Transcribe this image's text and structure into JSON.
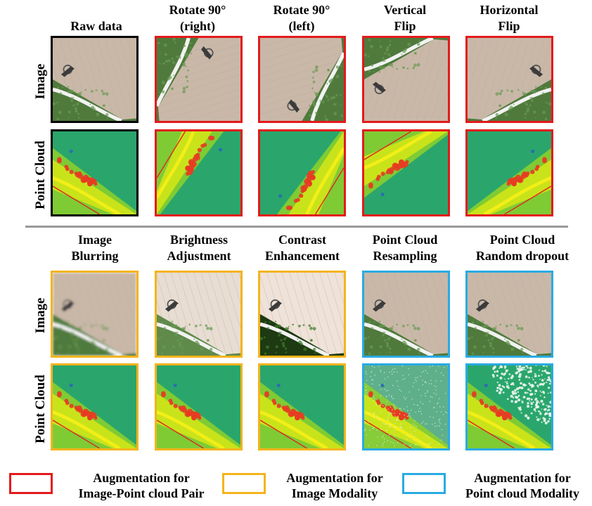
{
  "colors": {
    "pair": "#e31a1c",
    "image": "#f4b41c",
    "pointcloud": "#29abe2",
    "raw": "#000000",
    "divider": "#9a9a9a"
  },
  "row_labels": {
    "image": "Image",
    "point_cloud": "Point Cloud"
  },
  "top_columns": [
    {
      "title": "Raw data",
      "frame": "raw",
      "view": "orig"
    },
    {
      "title": "Rotate 90°\n(right)",
      "frame": "pair",
      "view": "rotr"
    },
    {
      "title": "Rotate 90°\n(left)",
      "frame": "pair",
      "view": "rotl"
    },
    {
      "title": "Vertical\nFlip",
      "frame": "pair",
      "view": "vflip"
    },
    {
      "title": "Horizontal\nFlip",
      "frame": "pair",
      "view": "hflip"
    }
  ],
  "bottom_columns": [
    {
      "title": "Image\nBlurring",
      "frame": "image",
      "image_effect": "blur",
      "cloud_effect": "none"
    },
    {
      "title": "Brightness\nAdjustment",
      "frame": "image",
      "image_effect": "bright",
      "cloud_effect": "none"
    },
    {
      "title": "Contrast\nEnhancement",
      "frame": "image",
      "image_effect": "contrast",
      "cloud_effect": "none"
    },
    {
      "title": "Point Cloud\nResampling",
      "frame": "pointcloud",
      "image_effect": "none",
      "cloud_effect": "resample"
    },
    {
      "title": "Point Cloud\nRandom dropout",
      "frame": "pointcloud",
      "image_effect": "none",
      "cloud_effect": "dropout"
    }
  ],
  "legend": [
    {
      "label": "Augmentation for\nImage-Point cloud Pair",
      "frame": "pair"
    },
    {
      "label": "Augmentation for\nImage Modality",
      "frame": "image"
    },
    {
      "label": "Augmentation for\nPoint cloud Modality",
      "frame": "pointcloud"
    }
  ]
}
